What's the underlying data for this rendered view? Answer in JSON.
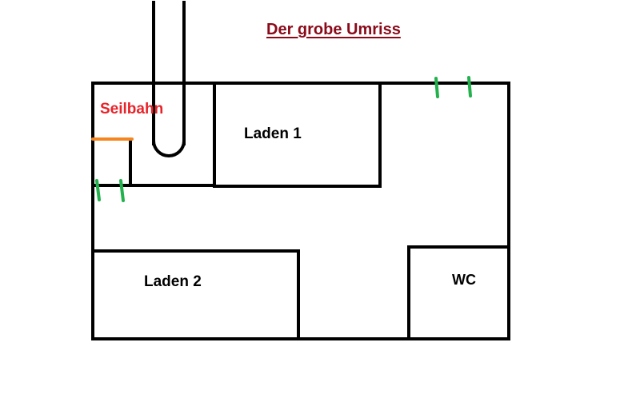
{
  "title": "Der grobe Umriss",
  "rooms": {
    "seilbahn": "Seilbahn",
    "laden1": "Laden 1",
    "laden2": "Laden 2",
    "wc": "WC"
  },
  "colors": {
    "title": "#8b0a1a",
    "seilbahn_label": "#e8232a",
    "walls": "#000000",
    "gate": "#f5861f",
    "doors": "#22b14c",
    "text": "#000000"
  }
}
